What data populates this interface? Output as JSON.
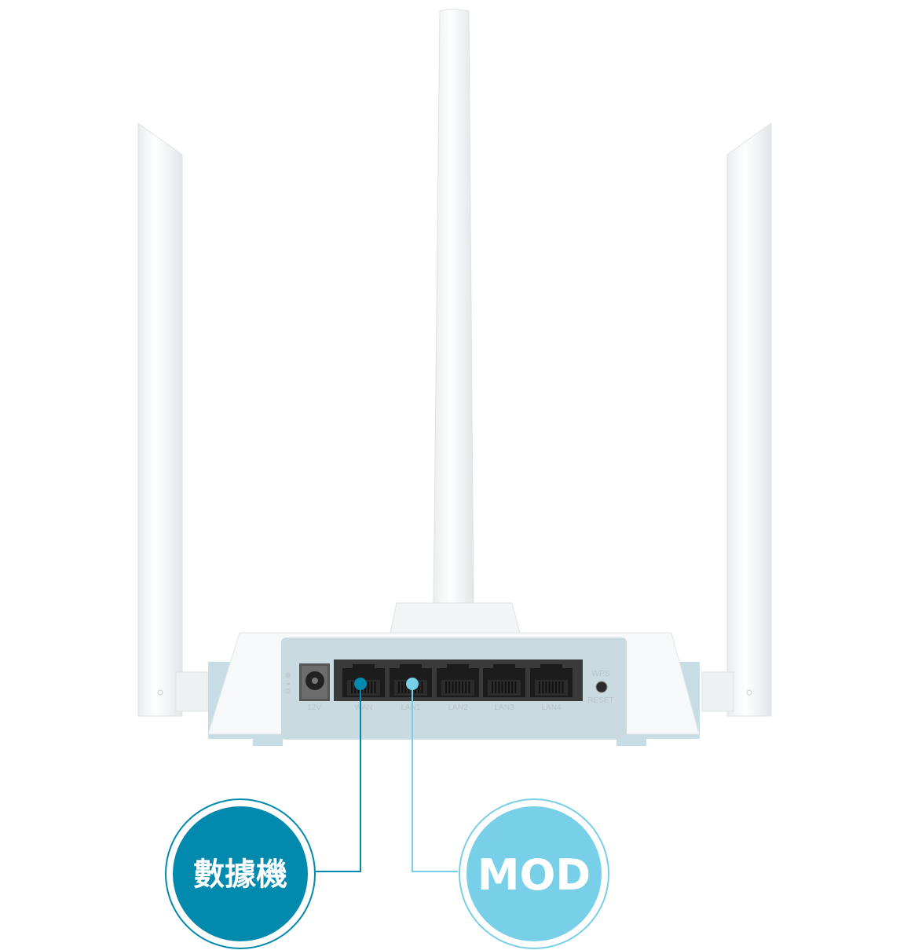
{
  "router": {
    "power_label": "12V",
    "ports": [
      "WAN",
      "LAN1",
      "LAN2",
      "LAN3",
      "LAN4"
    ],
    "button_label_top": "WPS",
    "button_label_bottom": "RESET"
  },
  "callouts": [
    {
      "label": "數據機",
      "port": "WAN",
      "color": "#0189ae"
    },
    {
      "label": "MOD",
      "port": "LAN1",
      "color": "#78d0e8"
    }
  ]
}
